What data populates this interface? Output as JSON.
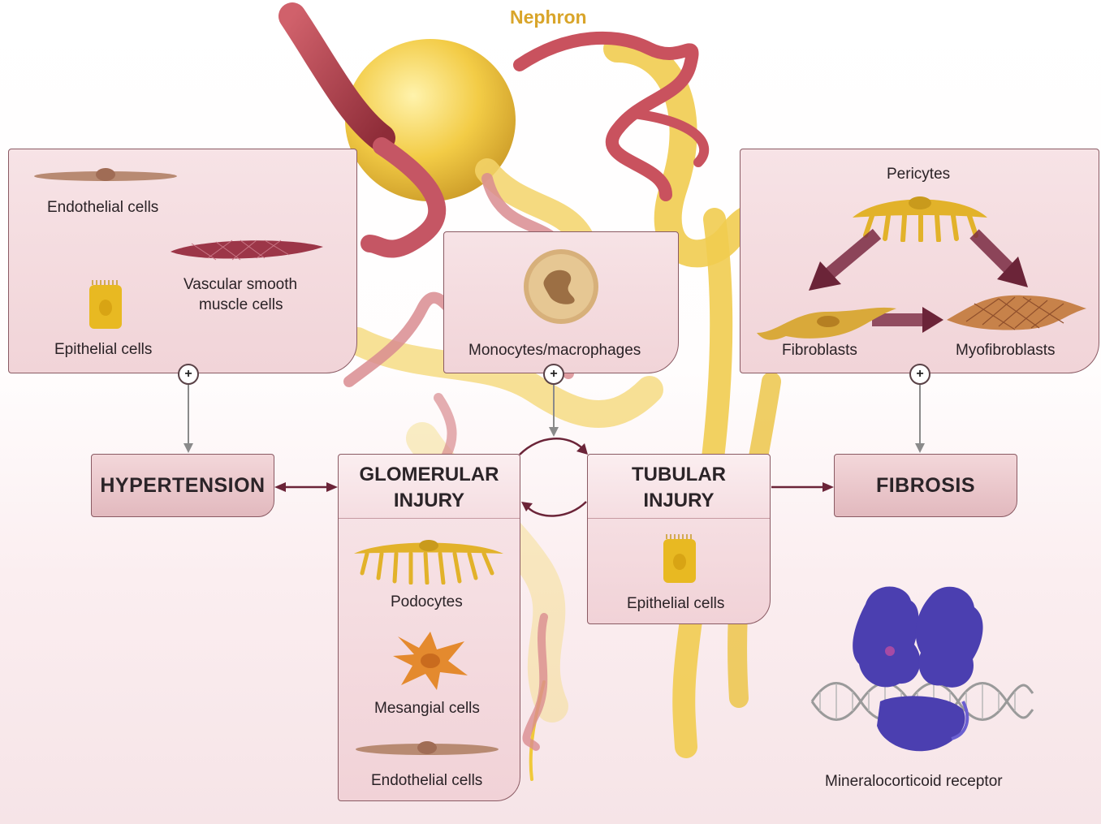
{
  "title": "Nephron",
  "panels": {
    "left": {
      "endothelial": "Endothelial cells",
      "vsmc_line1": "Vascular smooth",
      "vsmc_line2": "muscle cells",
      "epithelial": "Epithelial cells"
    },
    "center": {
      "monocytes": "Monocytes/macrophages"
    },
    "right": {
      "pericytes": "Pericytes",
      "fibroblasts": "Fibroblasts",
      "myofibroblasts": "Myofibroblasts"
    }
  },
  "plus_symbol": "+",
  "outcomes": {
    "hypertension": "HYPERTENSION",
    "fibrosis": "FIBROSIS"
  },
  "glomerular": {
    "title_line1": "GLOMERULAR",
    "title_line2": "INJURY",
    "podocytes": "Podocytes",
    "mesangial": "Mesangial cells",
    "endothelial": "Endothelial cells"
  },
  "tubular": {
    "title_line1": "TUBULAR",
    "title_line2": "INJURY",
    "epithelial": "Epithelial cells"
  },
  "receptor": {
    "label": "Mineralocorticoid receptor"
  },
  "colors": {
    "nephron_yellow": "#f0c93a",
    "vessel_red": "#b5424f",
    "panel_pink": "#f3dadd",
    "arrow_maroon": "#6b2438",
    "receptor_purple": "#4b3fb0"
  }
}
